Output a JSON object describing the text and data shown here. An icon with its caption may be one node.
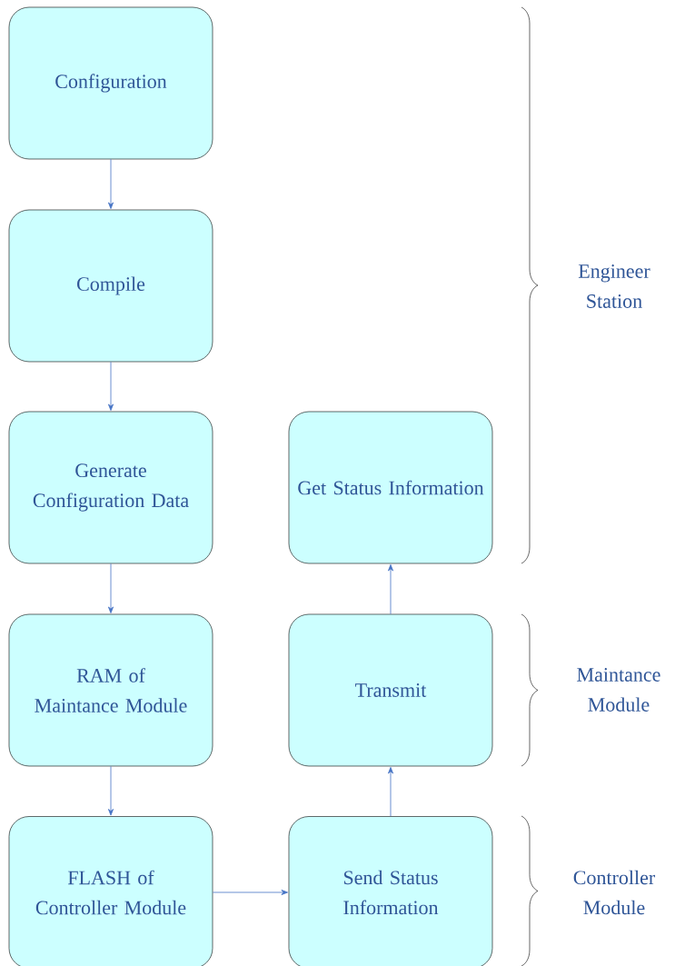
{
  "diagram": {
    "nodes": [
      {
        "text": [
          "Configuration"
        ]
      },
      {
        "text": [
          "Compile"
        ]
      },
      {
        "text": [
          "Generate Configuration Data"
        ]
      },
      {
        "text": [
          "Get Status Information"
        ]
      },
      {
        "text": [
          "RAM of Maintance Module"
        ]
      },
      {
        "text": [
          "Transmit"
        ]
      },
      {
        "text": [
          "FLASH of Controller Module"
        ]
      },
      {
        "text": [
          "Send Status Information"
        ]
      }
    ],
    "edges": [
      {
        "from": 0,
        "to": 1,
        "arrow": "to"
      },
      {
        "from": 1,
        "to": 2,
        "arrow": "to"
      },
      {
        "from": 2,
        "to": 4,
        "arrow": "to"
      },
      {
        "from": 4,
        "to": 6,
        "arrow": "to"
      },
      {
        "from": 6,
        "to": 7,
        "arrow": "to"
      },
      {
        "from": 7,
        "to": 5,
        "arrow": "to"
      },
      {
        "from": 5,
        "to": 3,
        "arrow": "to"
      }
    ],
    "labels": [
      "Engineer Station",
      "Maintance Module",
      "Controller Module"
    ]
  }
}
